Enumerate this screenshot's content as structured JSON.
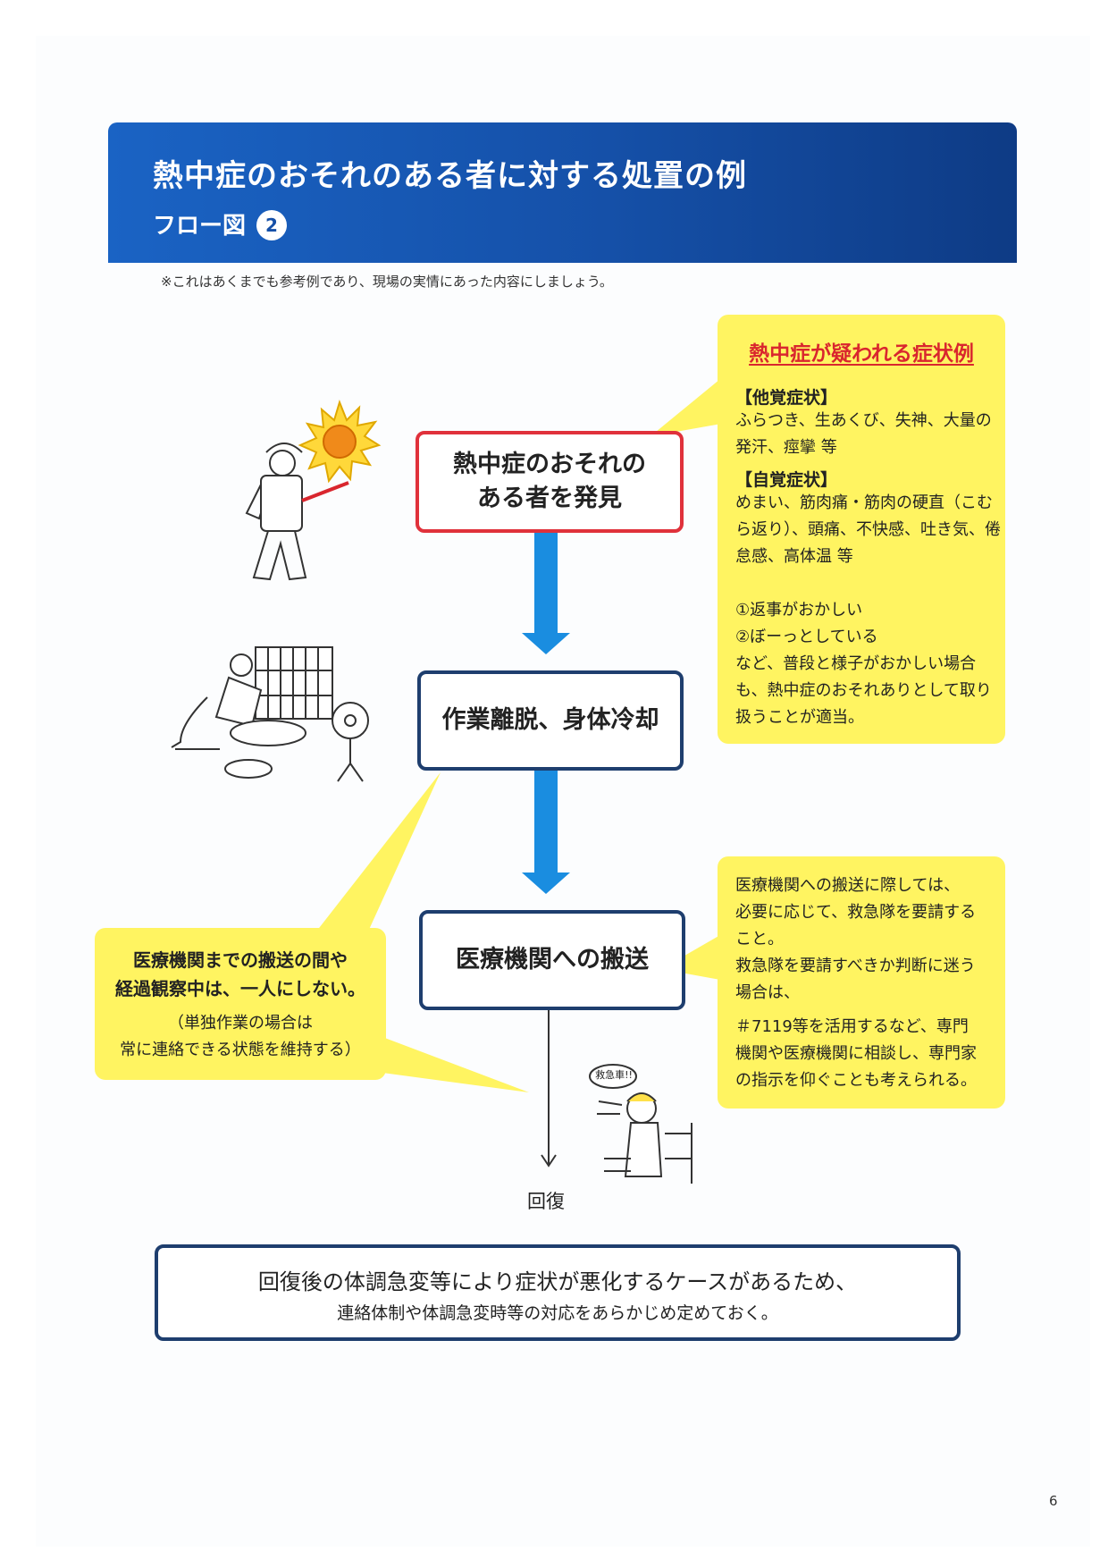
{
  "header": {
    "title": "熱中症のおそれのある者に対する処置の例",
    "subtitle": "フロー図",
    "number": "2"
  },
  "note": "※これはあくまでも参考例であり、現場の実情にあった内容にしましょう。",
  "flow": {
    "step1": [
      "熱中症のおそれの",
      "ある者を発見"
    ],
    "step2": "作業離脱、身体冷却",
    "step3": "医療機関への搬送",
    "end": "回復"
  },
  "symptoms": {
    "title": "熱中症が疑われる症状例",
    "objective_heading": "【他覚症状】",
    "objective_lines": [
      "ふらつき、生あくび、失神、大量の",
      "発汗、痙攣 等"
    ],
    "subjective_heading": "【自覚症状】",
    "subjective_lines": [
      "めまい、筋肉痛・筋肉の硬直（こむ",
      "ら返り）、頭痛、不快感、吐き気、倦",
      "怠感、高体温 等"
    ],
    "other_lines": [
      "①返事がおかしい",
      "②ぼーっとしている",
      "など、普段と様子がおかしい場合",
      "も、熱中症のおそれありとして取り",
      "扱うことが適当。"
    ]
  },
  "transport_note": {
    "lines": [
      "医療機関への搬送に際しては、",
      "必要に応じて、救急隊を要請する",
      "こと。",
      "救急隊を要請すべきか判断に迷う",
      "場合は、",
      "＃7119等を活用するなど、専門",
      "機関や医療機関に相談し、専門家",
      "の指示を仰ぐことも考えられる。"
    ]
  },
  "watch_note": {
    "bold_lines": [
      "医療機関までの搬送の間や",
      "経過観察中は、一人にしない。"
    ],
    "normal_lines": [
      "（単独作業の場合は",
      "常に連絡できる状態を維持する）"
    ]
  },
  "bottom_note": {
    "line1": "回復後の体調急変等により症状が悪化するケースがあるため、",
    "line2": "連絡体制や体調急変時等の対応をあらかじめ定めておく。"
  },
  "illustration": {
    "callout_text": "救急車!!"
  },
  "page_number": "6",
  "colors": {
    "header_blue": "#1550a8",
    "arrow_blue": "#1a8de0",
    "alert_red": "#e0313b",
    "navy_border": "#1e3e6e",
    "note_yellow": "#fff461"
  }
}
